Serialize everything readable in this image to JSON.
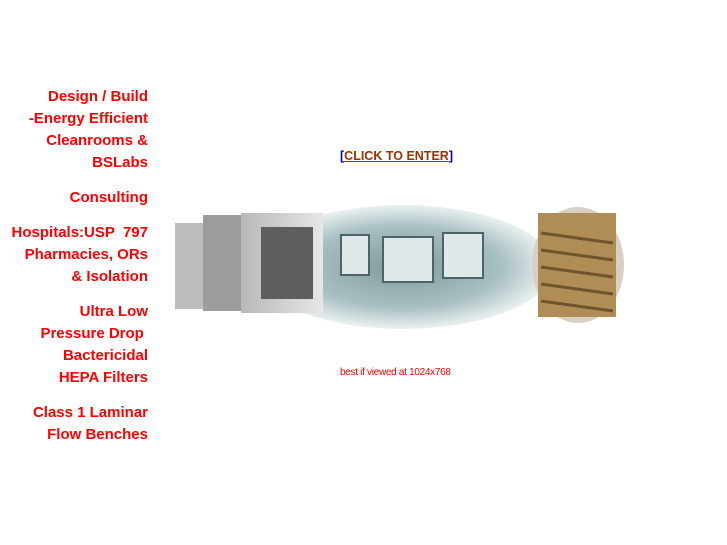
{
  "menu": [
    {
      "lines": [
        "Design / Build",
        "-Energy Efficient",
        "Cleanrooms &",
        "BSLabs"
      ]
    },
    {
      "lines": [
        "Consulting"
      ]
    },
    {
      "lines": [
        "Hospitals:USP  797",
        "Pharmacies, ORs",
        "& Isolation"
      ]
    },
    {
      "lines": [
        "Ultra Low",
        "Pressure Drop ",
        "Bactericidal",
        "HEPA Filters"
      ]
    },
    {
      "lines": [
        "Class 1 Laminar",
        "Flow Benches"
      ]
    }
  ],
  "enter": {
    "open": "[",
    "label": "CLICK TO ENTER",
    "close": "]"
  },
  "note": "best if viewed at 1024x768",
  "colors": {
    "menu": "#ff0000",
    "link": "#993300",
    "bracket": "#0000cc"
  }
}
